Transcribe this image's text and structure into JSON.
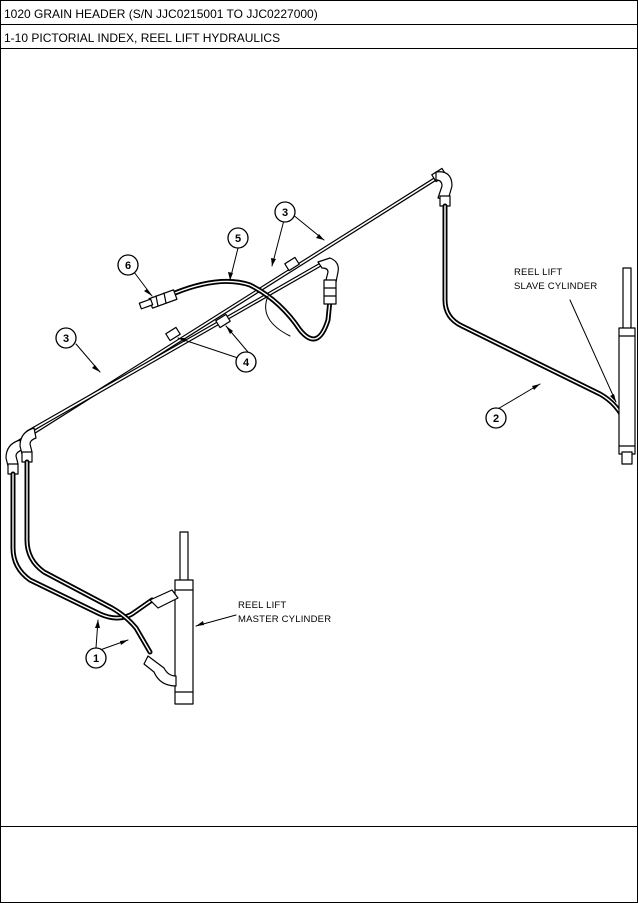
{
  "header": {
    "title": "1020 GRAIN HEADER (S/N JJC0215001 TO JJC0227000)",
    "subtitle": "1-10 PICTORIAL INDEX, REEL LIFT HYDRAULICS"
  },
  "diagram": {
    "labels": {
      "slave_line1": "REEL LIFT",
      "slave_line2": "SLAVE CYLINDER",
      "master_line1": "REEL LIFT",
      "master_line2": "MASTER CYLINDER"
    },
    "callouts": [
      "1",
      "2",
      "3",
      "3",
      "4",
      "5",
      "6"
    ]
  }
}
